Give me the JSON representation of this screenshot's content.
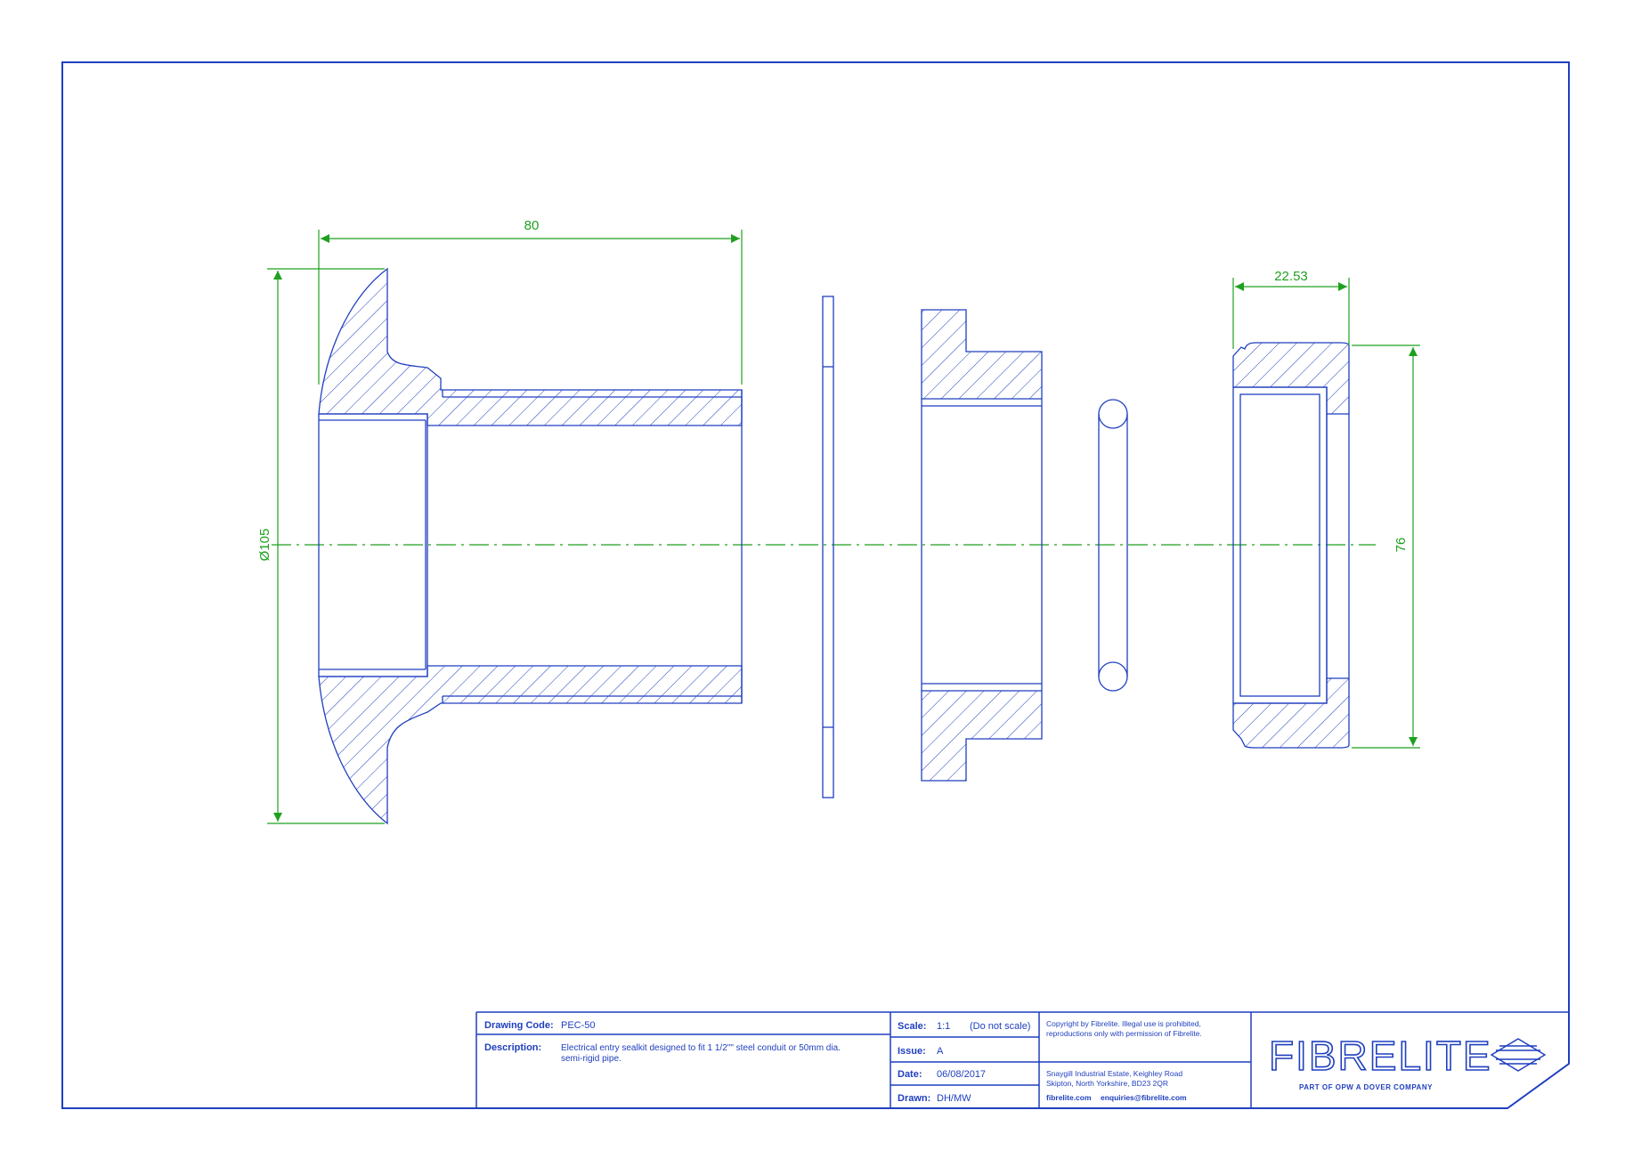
{
  "dimensions": {
    "length": "80",
    "flange_diameter": "Ø105",
    "nut_width": "22.53",
    "nut_diameter": "76"
  },
  "title_block": {
    "drawing_code_label": "Drawing Code:",
    "drawing_code": "PEC-50",
    "description_label": "Description:",
    "description_line1": "Electrical entry sealkit designed to fit 1 1/2\"\" steel conduit or 50mm dia.",
    "description_line2": "semi-rigid pipe.",
    "scale_label": "Scale:",
    "scale": "1:1",
    "scale_note": "(Do not scale)",
    "issue_label": "Issue:",
    "issue": "A",
    "date_label": "Date:",
    "date": "06/08/2017",
    "drawn_label": "Drawn:",
    "drawn": "DH/MW",
    "copyright_line1": "Copyright by Fibrelite. Illegal use is prohibited,",
    "copyright_line2": "reproductions only with permission of Fibrelite.",
    "address_line1": "Snaygill Industrial Estate, Keighley Road",
    "address_line2": "Skipton, North Yorkshire, BD23 2QR",
    "website": "fibrelite.com",
    "email": "enquiries@fibrelite.com"
  },
  "logo": {
    "brand": "FIBRELITE",
    "tagline": "PART OF OPW A DOVER COMPANY"
  },
  "colors": {
    "line": "#1f3fbf",
    "dimension": "#1ea01e",
    "centerline": "#1ea01e"
  }
}
